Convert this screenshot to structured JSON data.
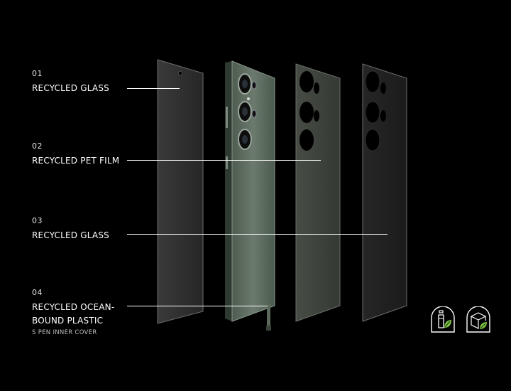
{
  "labels": [
    {
      "number": "01",
      "title": "RECYCLED GLASS"
    },
    {
      "number": "02",
      "title": "RECYCLED PET FILM"
    },
    {
      "number": "03",
      "title": "RECYCLED GLASS"
    },
    {
      "number": "04",
      "title_line1": "RECYCLED OCEAN-",
      "title_line2": "BOUND PLASTIC",
      "subtitle": "S PEN INNER COVER"
    }
  ],
  "icons": [
    "recycled-bottle-icon",
    "eco-package-icon"
  ],
  "colors": {
    "background": "#000000",
    "text": "#ffffff",
    "glass_panel": "#2b2b2b",
    "film_panel": "#3a3f38",
    "phone_body": "#5a6a5c",
    "eco_leaf": "#7cc243"
  }
}
